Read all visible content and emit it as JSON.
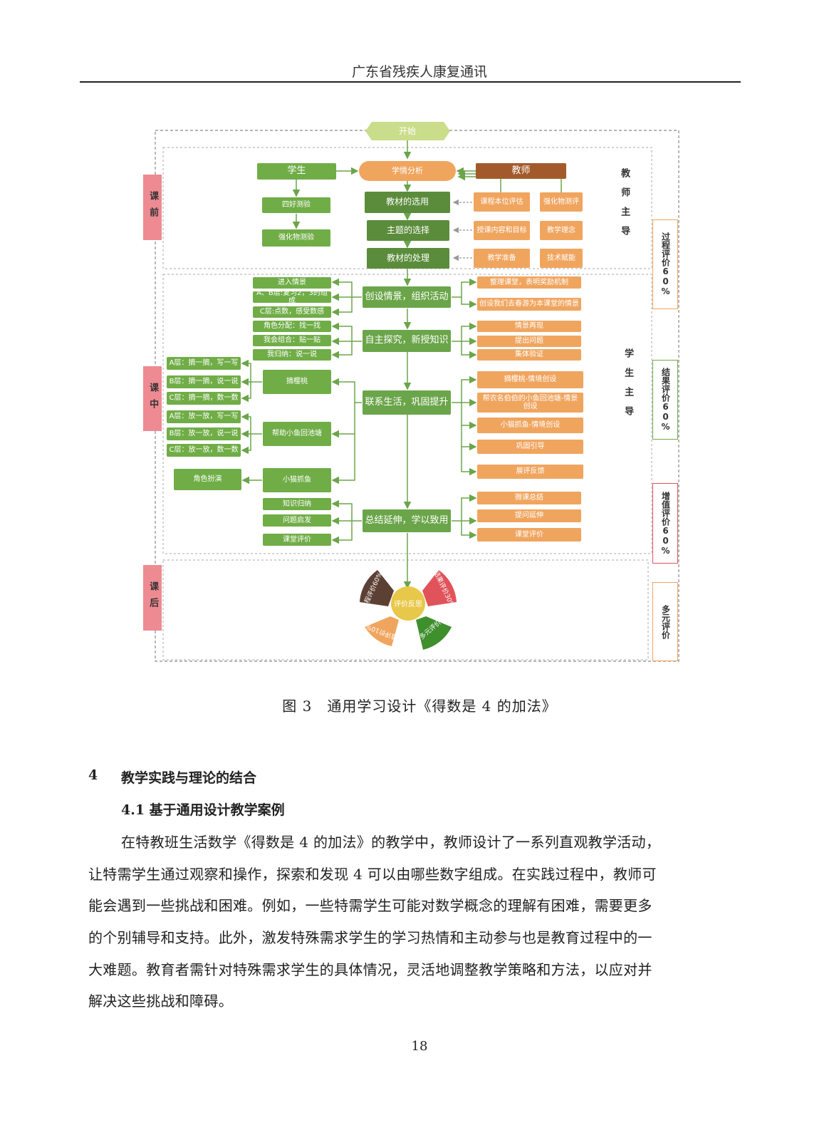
{
  "header": {
    "title": "广东省残疾人康复通讯"
  },
  "diagram": {
    "start": "开始",
    "student": "学生",
    "analysis": "学情分析",
    "teacher": "教师",
    "stage_before": "课前",
    "stage_during": "课中",
    "stage_after": "课后",
    "teacher_lead": "教师主导",
    "student_lead": "学生主导",
    "pre_left": [
      "四好测验",
      "强化物测验"
    ],
    "pre_mid": [
      "教材的选用",
      "主题的选择",
      "教材的处理"
    ],
    "pre_right_a": [
      "课程本位评估",
      "授课内容和目标",
      "教学准备"
    ],
    "pre_right_b": [
      "强化物测评",
      "教学理念",
      "技术赋能"
    ],
    "steps": [
      "创设情景，组织活动",
      "自主探究，新授知识",
      "联系生活，巩固提升",
      "总结延伸，学以致用"
    ],
    "left_col1": [
      "进入情景",
      "A、B层:复习2，3的组成",
      "C层:点数，感受数感",
      "角色分配：找一找",
      "我会组合：贴一贴",
      "我归纳：说一说"
    ],
    "left_col_far": [
      "A层：摘一摘，写一写",
      "B层：摘一摘，说一说",
      "C层：摘一摘，数一数",
      "A层：放一放，写一写",
      "B层：放一放，说一说",
      "C层：放一放，数一数",
      "角色扮演"
    ],
    "left_col_mid": [
      "摘樱桃",
      "帮助小鱼回池塘",
      "小猫抓鱼"
    ],
    "left_summary": [
      "知识归纳",
      "问题启发",
      "课堂评价"
    ],
    "right_col": [
      "整理课堂，表明奖励机制",
      "创设我们去春游为本课堂的情景",
      "情景再现",
      "提出问题",
      "集体验证",
      "摘樱桃-情境创设",
      "帮农名伯伯的小鱼回池塘-情景创设",
      "小猫抓鱼-情境创设",
      "巩固引导",
      "展评反馈",
      "微课总结",
      "提问延伸",
      "课堂评价"
    ],
    "eval_center": "评价反思",
    "eval_wedges": [
      "过程评价60%",
      "结果评价30%",
      "增值评价",
      "多元评价",
      "增值评价10%"
    ],
    "side_labels": [
      "过程评价60%",
      "结果评价60%",
      "增值评价60%",
      "多元评价"
    ],
    "colors": {
      "green": "#70ad47",
      "dark_green": "#5b8c3b",
      "orange": "#f0a55f",
      "brown": "#a35a2a",
      "pink": "#ee8a92",
      "start": "#c9dd8a"
    }
  },
  "caption": "图 3　通用学习设计《得数是 4 的加法》",
  "section": {
    "number": "4",
    "title": "教学实践与理论的结合",
    "subsection": "4.1 基于通用设计教学案例"
  },
  "paragraph": [
    "在特教班生活数学《得数是 4 的加法》的教学中，教师设计了一系列直观教学活动，",
    "让特需学生通过观察和操作，探索和发现 4 可以由哪些数字组成。在实践过程中，教师可",
    "能会遇到一些挑战和困难。例如，一些特需学生可能对数学概念的理解有困难，需要更多",
    "的个别辅导和支持。此外，激发特殊需求学生的学习热情和主动参与也是教育过程中的一",
    "大难题。教育者需针对特殊需求学生的具体情况，灵活地调整教学策略和方法，以应对并",
    "解决这些挑战和障碍。"
  ],
  "page_number": "18"
}
